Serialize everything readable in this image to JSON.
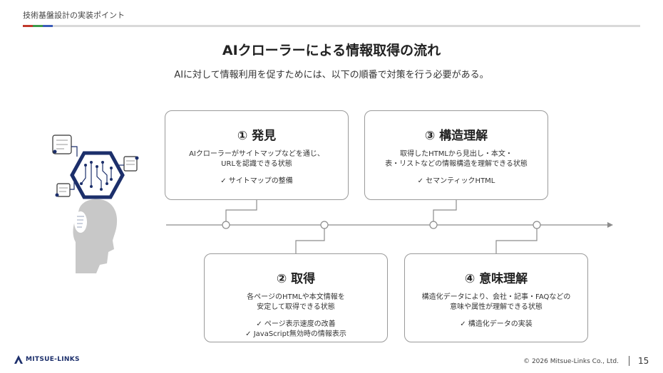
{
  "header": {
    "section": "技術基盤設計の実装ポイント",
    "accent_colors": [
      "#c0392b",
      "#3d9a4a",
      "#3a5cb8"
    ]
  },
  "title": "AIクローラーによる情報取得の流れ",
  "subtitle": "AIに対して情報利用を促すためには、以下の順番で対策を行う必要がある。",
  "cards": [
    {
      "title": "① 発見",
      "desc": [
        "AIクローラーがサイトマップなどを通じ、",
        "URLを認識できる状態"
      ],
      "checks": [
        "✓ サイトマップの整備"
      ]
    },
    {
      "title": "② 取得",
      "desc": [
        "各ページのHTMLや本文情報を",
        "安定して取得できる状態"
      ],
      "checks": [
        "✓ ページ表示速度の改善",
        "✓ JavaScript無効時の情報表示"
      ]
    },
    {
      "title": "③ 構造理解",
      "desc": [
        "取得したHTMLから見出し・本文・",
        "表・リストなどの情報構造を理解できる状態"
      ],
      "checks": [
        "✓ セマンティックHTML"
      ]
    },
    {
      "title": "④ 意味理解",
      "desc": [
        "構造化データにより、会社・記事・FAQなどの",
        "意味や属性が理解できる状態"
      ],
      "checks": [
        "✓ 構造化データの実装"
      ]
    }
  ],
  "footer": {
    "logo_text": "MITSUE-LINKS",
    "copyright": "© 2026 Mitsue-Links Co., Ltd.",
    "page_number": "15"
  },
  "icons": {
    "illustration": "ai-head-chip-icon",
    "timeline": "timeline-arrow-icon",
    "logo": "mitsue-links-logo-icon"
  },
  "colors": {
    "line": "#8c8c8c",
    "card_border": "#9a9a9a",
    "hexagon": "#1c2f6b",
    "head": "#c8c8c8"
  }
}
